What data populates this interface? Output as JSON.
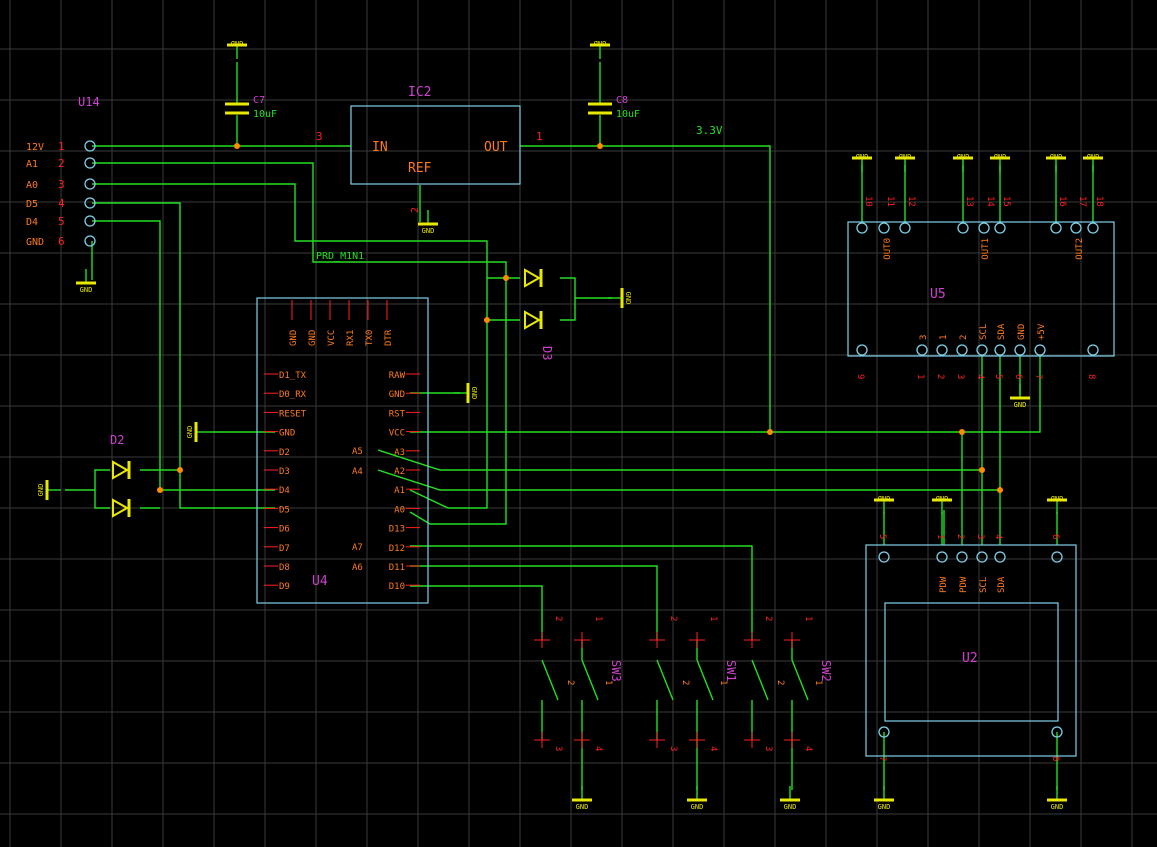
{
  "colors": {
    "background": "#000000",
    "grid": "#3a3a3a",
    "wire": "#22e022",
    "part_outline": "#7fd0e8",
    "pin_name": "#ff7a1a",
    "pin_number": "#ff2020",
    "refdes": "#d040d0",
    "value": "#22e022",
    "power": "#e8e800",
    "junction": "#ff8c00"
  },
  "gnd_label": "GND",
  "net_label_3v3": "3.3V",
  "net_label_prd": "PRD_M1N1",
  "U14": {
    "ref": "U14",
    "pins": [
      {
        "name": "12V",
        "num": "1"
      },
      {
        "name": "A1",
        "num": "2"
      },
      {
        "name": "A0",
        "num": "3"
      },
      {
        "name": "D5",
        "num": "4"
      },
      {
        "name": "D4",
        "num": "5"
      },
      {
        "name": "GND",
        "num": "6"
      }
    ]
  },
  "C7": {
    "ref": "C7",
    "value": "10uF"
  },
  "C8": {
    "ref": "C8",
    "value": "10uF"
  },
  "IC2": {
    "ref": "IC2",
    "in": "IN",
    "out": "OUT",
    "refpin": "REF",
    "pin_in": "3",
    "pin_out": "1",
    "pin_ref": "2"
  },
  "U4": {
    "ref": "U4",
    "top_pins": [
      "GND",
      "GND",
      "VCC",
      "RX1",
      "TX0",
      "DTR"
    ],
    "left_pins": [
      "D1_TX",
      "D0_RX",
      "RESET",
      "GND",
      "D2",
      "D3",
      "D4",
      "D5",
      "D6",
      "D7",
      "D8",
      "D9"
    ],
    "right_pins": [
      "RAW",
      "GND",
      "RST",
      "VCC",
      "A3",
      "A2",
      "A1",
      "A0",
      "D13",
      "D12",
      "D11",
      "D10"
    ],
    "inner_labels": [
      "A5",
      "A4",
      "A7",
      "A6"
    ]
  },
  "D2": {
    "ref": "D2"
  },
  "D3": {
    "ref": "D3"
  },
  "U5": {
    "ref": "U5",
    "top_labels": [
      "OUT0",
      "OUT1",
      "OUT2"
    ],
    "top_nums": [
      "10",
      "11",
      "12",
      "13",
      "14",
      "15",
      "16",
      "17",
      "18"
    ],
    "bottom_labels": [
      "3",
      "1",
      "2",
      "SCL",
      "SDA",
      "GND",
      "+5V"
    ],
    "bottom_nums": [
      "9",
      "1",
      "2",
      "3",
      "4",
      "5",
      "6",
      "7",
      "8"
    ]
  },
  "U2": {
    "ref": "U2",
    "pin_labels": [
      "PDW",
      "PDW",
      "SCL",
      "SDA"
    ],
    "top_nums": [
      "5",
      "1",
      "2",
      "3",
      "4",
      "6"
    ],
    "bottom_nums": [
      "7",
      "8"
    ]
  },
  "switches": [
    {
      "ref": "SW3",
      "pins": [
        "1",
        "2",
        "3",
        "4"
      ],
      "inner": [
        "2",
        "1"
      ]
    },
    {
      "ref": "SW1",
      "pins": [
        "1",
        "2",
        "3",
        "4"
      ],
      "inner": [
        "2",
        "1"
      ]
    },
    {
      "ref": "SW2",
      "pins": [
        "1",
        "2",
        "3",
        "4"
      ],
      "inner": [
        "2",
        "1"
      ]
    }
  ]
}
